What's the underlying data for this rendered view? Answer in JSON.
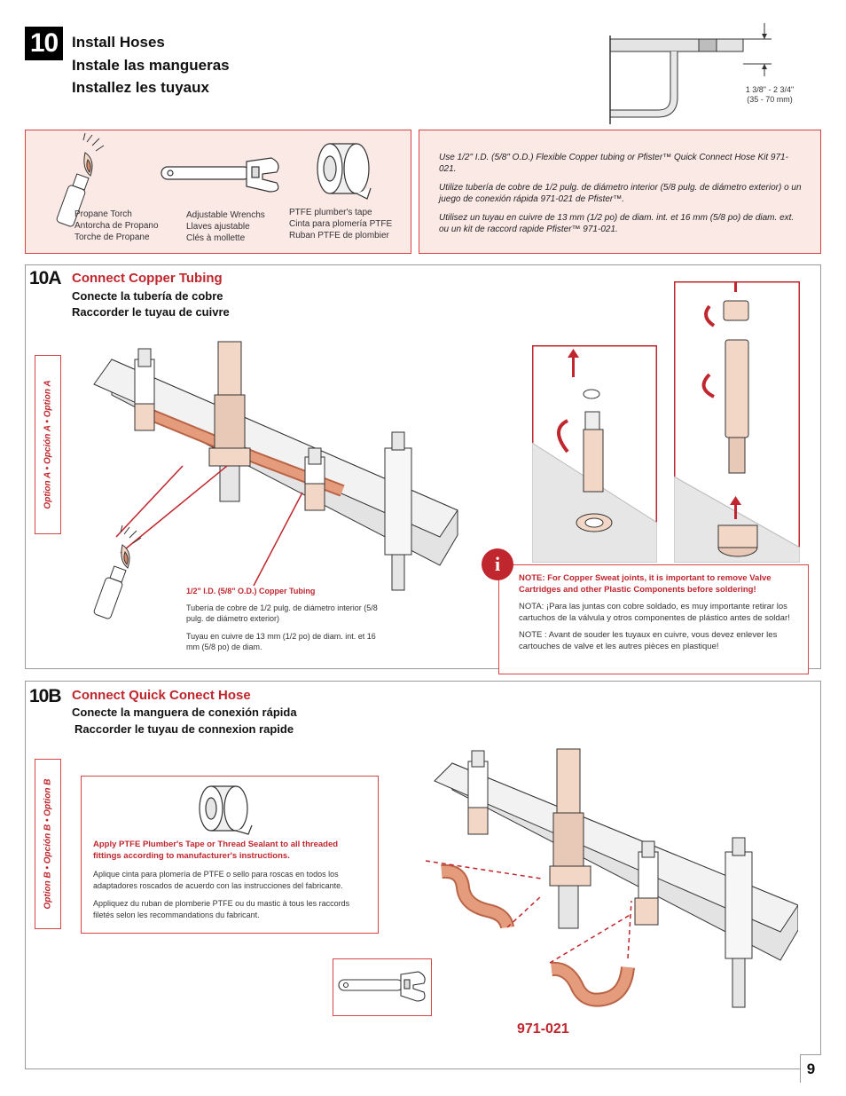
{
  "step": {
    "number": "10",
    "title_en": "Install Hoses",
    "title_es": "Instale las mangueras",
    "title_fr": "Installez les tuyaux"
  },
  "clearance": {
    "range_in": "1 3/8\" - 2 3/4\"",
    "range_mm": "(35 - 70 mm)"
  },
  "tools": [
    {
      "icon": "torch-icon",
      "lines": [
        "Propane Torch",
        "Antorcha de Propano",
        "Torche de Propane"
      ]
    },
    {
      "icon": "wrench-icon",
      "lines": [
        "Adjustable Wrenchs",
        "Llaves ajustable",
        "Clés à mollette"
      ]
    },
    {
      "icon": "tape-icon",
      "lines": [
        "PTFE plumber's tape",
        "Cinta para plomería PTFE",
        "Ruban PTFE de plombier"
      ]
    }
  ],
  "hose_info": {
    "en": "Use 1/2\" I.D. (5/8\" O.D.) Flexible Copper tubing or  Pfister™ Quick Connect Hose Kit 971-021.",
    "es": "Utilize tubería de cobre de 1/2 pulg. de diámetro interior (5/8 pulg. de diámetro exterior) o un juego de conexión rápida 971-021 de Pfister™.",
    "fr": "Utilisez un tuyau en cuivre de 13 mm (1/2 po) de diam. int. et 16 mm (5/8 po) de diam. ext. ou un kit de raccord rapide Pfister™ 971-021."
  },
  "section_a": {
    "id": "10A",
    "title_en": "Connect Copper Tubing",
    "title_es": "Conecte la tubería de cobre",
    "title_fr": "Raccorder le tuyau de cuivre",
    "option_tag": "Option A  •  Opción A  •  Option A",
    "tubing_en": "1/2\" I.D. (5/8\" O.D.) Copper Tubing",
    "tubing_es": "Tubería de cobre de 1/2 pulg. de diámetro interior (5/8 pulg. de diámetro exterior)",
    "tubing_fr": "Tuyau en cuivre de 13 mm (1/2 po) de diam. int. et 16 mm (5/8 po) de diam.",
    "note_icon": "i",
    "note_en": "NOTE: For Copper Sweat joints, it is important to remove Valve Cartridges and other Plastic Components before soldering!",
    "note_es": "NOTA: ¡Para las juntas con cobre soldado, es muy importante retirar los cartuchos de la válvula y otros componentes de plástico antes de soldar!",
    "note_fr": "NOTE : Avant de souder les tuyaux en cuivre, vous devez enlever les cartouches de valve et les autres pièces en plastique!"
  },
  "section_b": {
    "id": "10B",
    "title_en": "Connect Quick Conect Hose",
    "title_es": "Conecte la manguera de conexión rápida",
    "title_fr": "Raccorder le tuyau de connexion rapide",
    "option_tag": "Option B  •  Opción B  •  Option B",
    "ptfe_en": "Apply PTFE Plumber's Tape or Thread Sealant to all threaded fittings according to manufacturer's instructions.",
    "ptfe_es": "Aplique cinta para plomería de PTFE o sello para roscas en todos los adaptadores roscados de acuerdo con las instrucciones del fabricante.",
    "ptfe_fr": "Appliquez du ruban de plomberie PTFE ou du mastic à tous les raccords filetés selon les recommandations du fabricant.",
    "kit_number": "971-021"
  },
  "page_number": "9",
  "colors": {
    "accent": "#c0262d",
    "box_fill": "#fbe9e6",
    "copper": "#d9886a"
  }
}
